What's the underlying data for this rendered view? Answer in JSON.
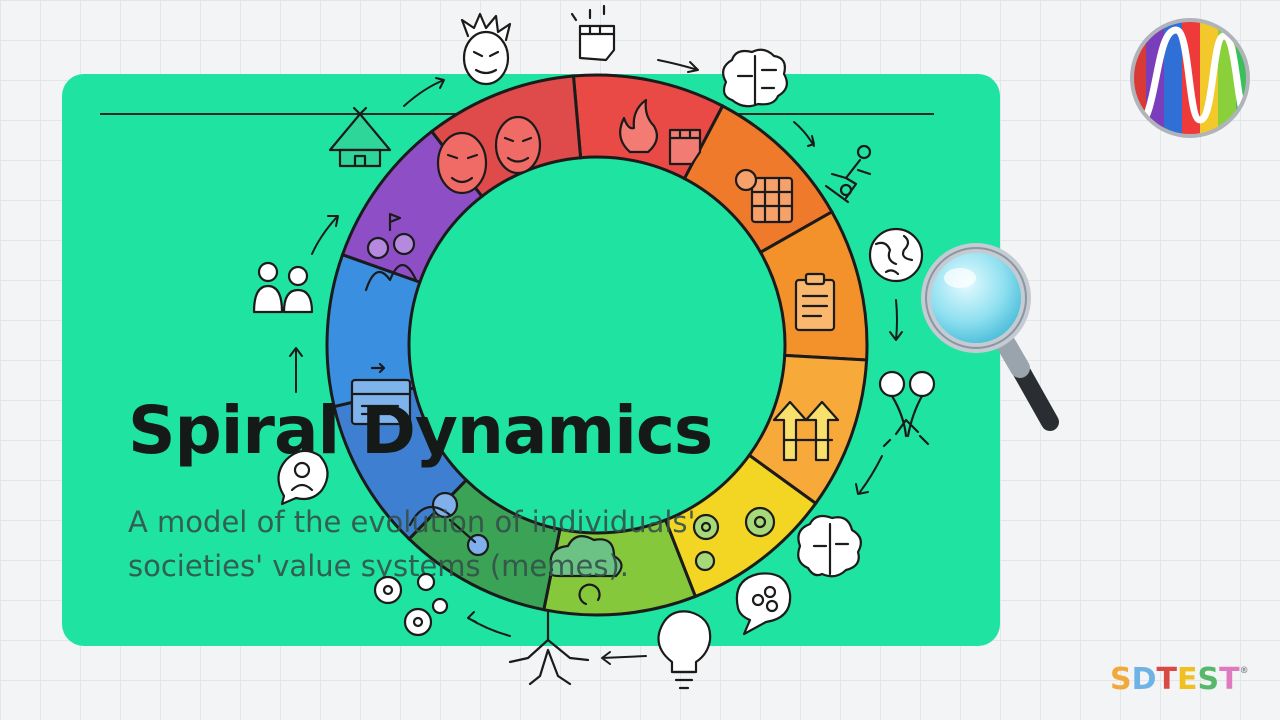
{
  "slide": {
    "title": "Spiral Dynamics",
    "subtitle": "A model of the evolution of individuals' societies' value systems (memes)."
  },
  "wheel": {
    "segment_colors": [
      "#e94a45",
      "#f07a2c",
      "#f3912b",
      "#f7a93a",
      "#f3d524",
      "#86c83b",
      "#3aa356",
      "#3f7fd2",
      "#3b8fe0",
      "#8e4fc6",
      "#df4a4a"
    ],
    "stroke_color": "#1b1b1b"
  },
  "icons": [
    "hut-icon",
    "tribal-mask-icon",
    "raised-fist-icon",
    "brain-icon",
    "climbers-icon",
    "globe-icon",
    "tree-roots-icon",
    "brain-outline-icon",
    "ideas-bubble-icon",
    "lightbulb-icon",
    "roots-icon",
    "gears-icon",
    "chat-bubble-icon",
    "family-icon",
    "magnifying-glass-icon"
  ],
  "brand": {
    "logo_icon": "rainbow-wave-logo",
    "watermark_letters": [
      "S",
      "D",
      "T",
      "E",
      "S",
      "T"
    ],
    "watermark_colors": [
      "#f2a93b",
      "#6fb2e6",
      "#d94a43",
      "#f0c020",
      "#58b86a",
      "#e07ac0"
    ],
    "registered_mark": "®"
  }
}
